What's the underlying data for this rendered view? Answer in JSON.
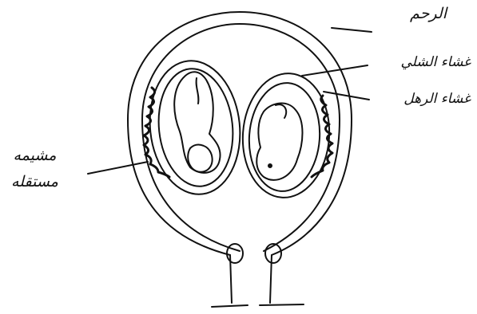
{
  "labels": {
    "uterus": "الرحم",
    "chorion": "غشاء الشلي",
    "amnion": "غشاء الرهل",
    "placenta_line1": "مشيمه",
    "placenta_line2": "مستقله"
  },
  "colors": {
    "ink": "#111111",
    "paper": "#ffffff"
  }
}
